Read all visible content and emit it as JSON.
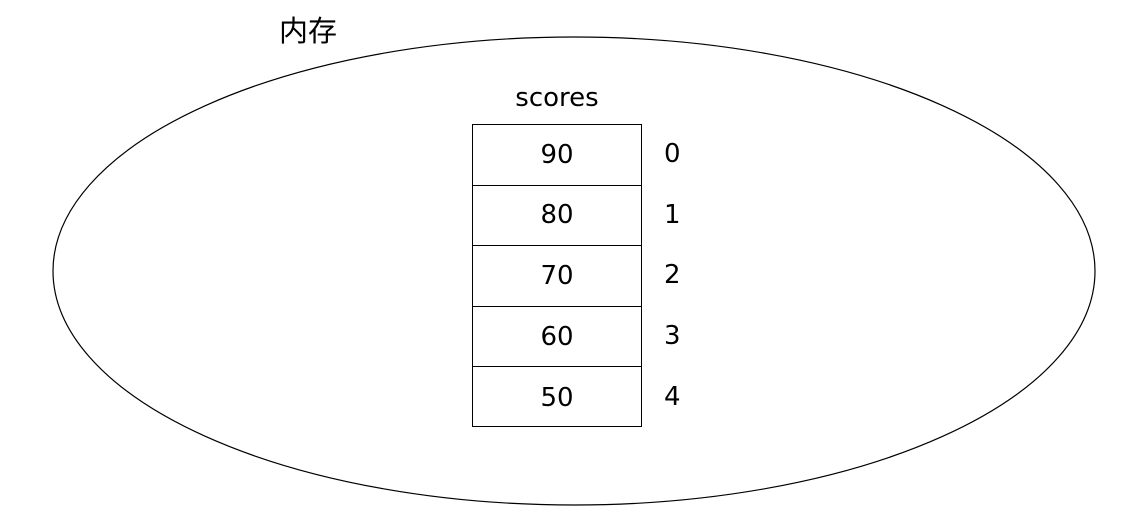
{
  "diagram": {
    "background_color": "#ffffff",
    "stroke_color": "#000000",
    "memory_region": {
      "label": "内存",
      "shape": "ellipse"
    },
    "array": {
      "name": "scores",
      "cells": [
        {
          "value": "90",
          "index": "0"
        },
        {
          "value": "80",
          "index": "1"
        },
        {
          "value": "70",
          "index": "2"
        },
        {
          "value": "60",
          "index": "3"
        },
        {
          "value": "50",
          "index": "4"
        }
      ]
    }
  }
}
